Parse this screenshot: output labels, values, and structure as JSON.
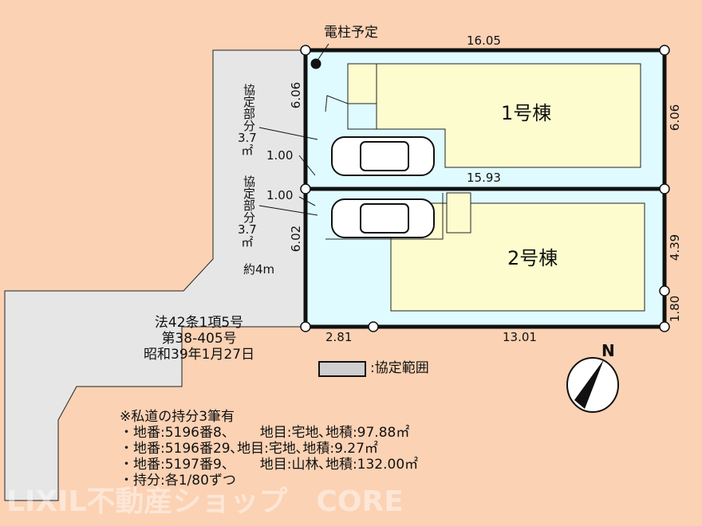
{
  "pole_label": "電柱予定",
  "dims": {
    "top": "16.05",
    "right_top": "6.06",
    "mid": "15.93",
    "right_mid": "4.39",
    "right_bottom": "1.80",
    "bottom_left": "2.81",
    "bottom_right": "13.01",
    "left_top": "6.06",
    "left_bottom": "6.02",
    "setback_top": "1.00",
    "setback_bottom": "1.00",
    "road_width": "約4m"
  },
  "buildings": {
    "b1": "1号棟",
    "b2": "2号棟"
  },
  "agreement": {
    "label_top": "協定部分",
    "area_top": "3.7",
    "unit_top": "㎡",
    "label_bottom": "協定部分",
    "area_bottom": "3.7",
    "unit_bottom": "㎡"
  },
  "road_info": [
    "法42条1項5号",
    "第38-405号",
    "昭和39年1月27日"
  ],
  "legend": {
    "label": ":協定範囲"
  },
  "compass": "N",
  "notes": [
    "※私道の持分3筆有",
    "・地番:5196番8、　　 地目:宅地､地積:97.88㎡",
    "・地番:5196番29､地目:宅地､地積:9.27㎡",
    "・地番:5197番9、　　 地目:山林､地積:132.00㎡",
    "・持分:各1/80ずつ"
  ],
  "watermark": "LIXIL不動産ショップ　CORE"
}
